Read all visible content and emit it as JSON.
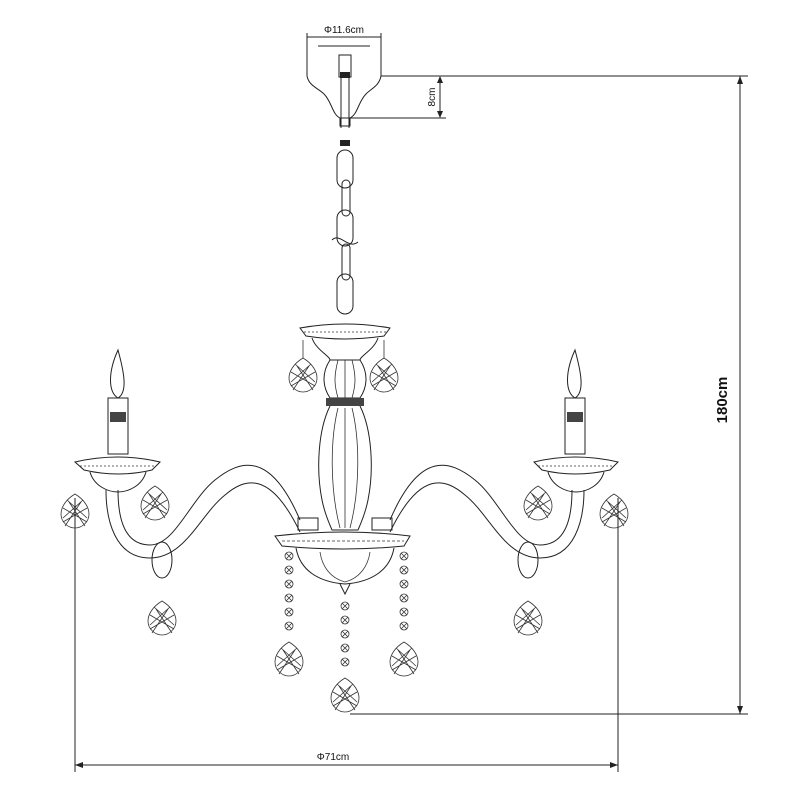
{
  "drawing": {
    "subject": "chandelier",
    "dimensions": {
      "canopy_diameter": "Φ11.6cm",
      "canopy_height": "8cm",
      "total_height": "180cm",
      "overall_diameter": "Φ71cm"
    },
    "colors": {
      "line": "#222222",
      "background": "#ffffff"
    }
  }
}
